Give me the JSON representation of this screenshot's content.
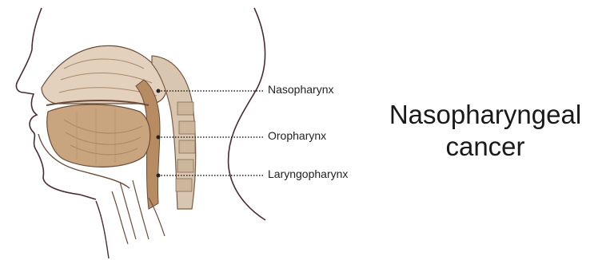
{
  "diagram": {
    "labels": {
      "nasopharynx": "Nasopharynx",
      "oropharynx": "Oropharynx",
      "laryngopharynx": "Laryngopharynx"
    },
    "title_line1": "Nasopharyngeal",
    "title_line2": "cancer"
  }
}
